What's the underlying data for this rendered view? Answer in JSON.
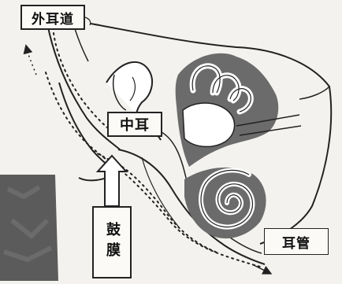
{
  "labels": {
    "outer_ear_canal": "外耳道",
    "middle_ear": "中耳",
    "eardrum": "鼓膜",
    "ear_tube": "耳管"
  },
  "colors": {
    "ink": "#222222",
    "inner_ear_fill": "#6b6b6b",
    "photo_fill": "#4a4a4a"
  }
}
